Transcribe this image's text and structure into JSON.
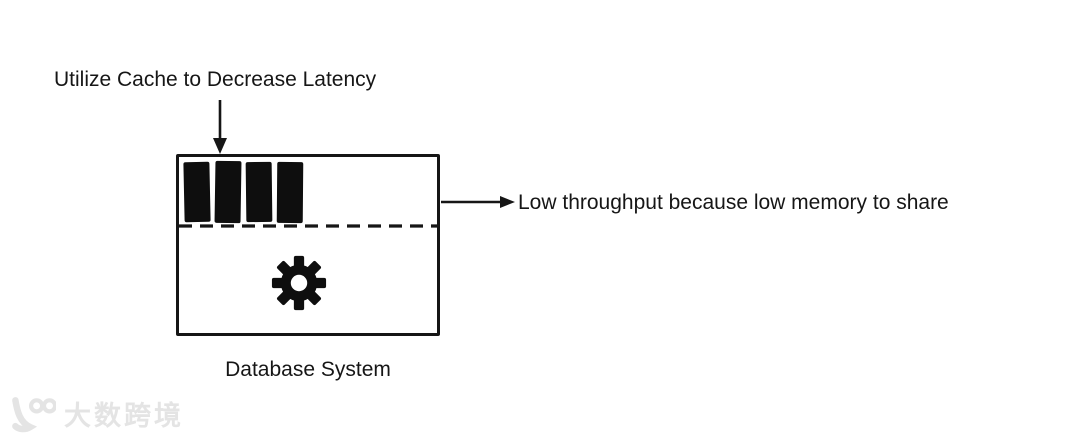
{
  "canvas": {
    "background": "#ffffff",
    "ink": "#161616"
  },
  "annotations": {
    "cache": "Utilize Cache to Decrease Latency",
    "throughput": "Low throughput because low memory to share"
  },
  "database_box": {
    "label": "Database System",
    "cache_bar_count": 4,
    "icons": {
      "gear-icon": "⚙"
    }
  },
  "watermark": {
    "logo": "100",
    "text": "大数跨境",
    "color": "#e4e4e4"
  }
}
